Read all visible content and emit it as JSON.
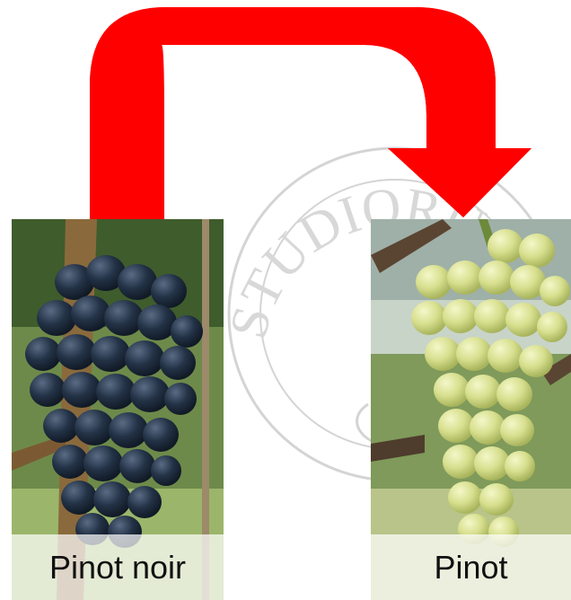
{
  "colors": {
    "arrow": "#ff0000",
    "watermark": "#d4d4d4",
    "dark_grape": "#233246",
    "light_grape": "#d7df8e"
  },
  "illustration": {
    "arrow_icon": "curved-arrow-icon",
    "watermark_icon": "university-seal-watermark",
    "watermark_text": "STUDIORUM"
  },
  "photos": {
    "left": {
      "caption": "Pinot noir"
    },
    "right": {
      "caption": "Pinot"
    }
  }
}
